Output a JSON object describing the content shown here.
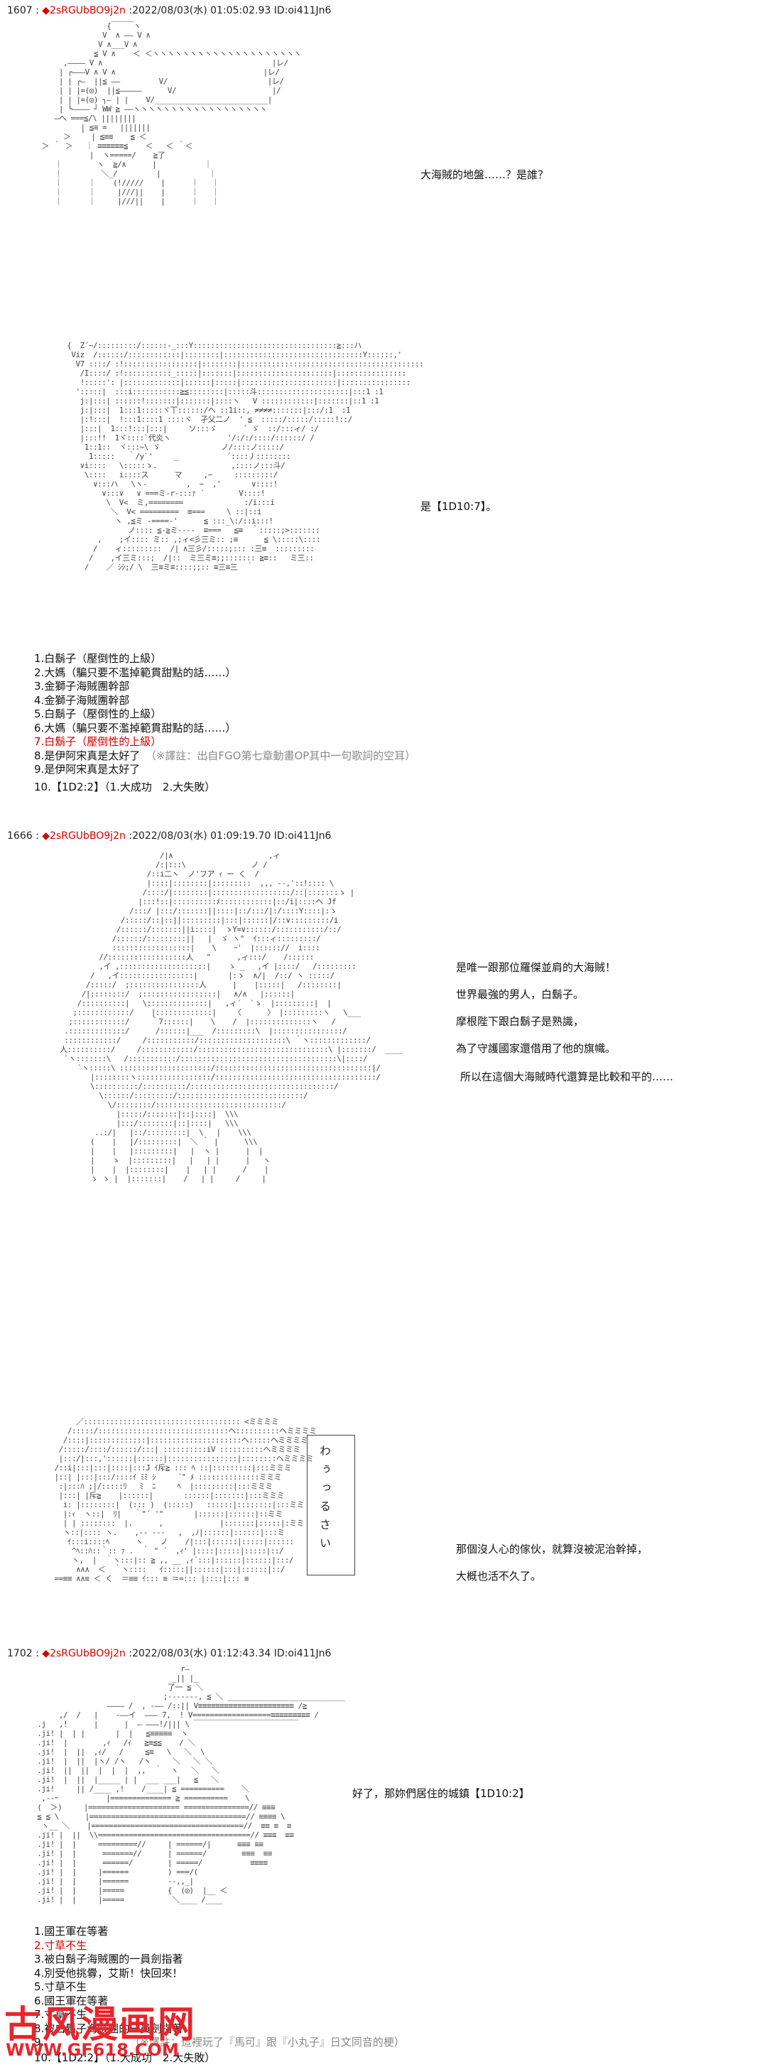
{
  "posts": [
    {
      "number": "1607 :",
      "name": "2sRGUbBO9j2n",
      "meta": ":2022/08/03(水) 01:05:02.93 ID:oi411Jn6"
    },
    {
      "number": "1666 :",
      "name": "2sRGUbBO9j2n",
      "meta": ":2022/08/03(水) 01:09:19.70 ID:oi411Jn6"
    },
    {
      "number": "1702 :",
      "name": "2sRGUbBO9j2n",
      "meta": ":2022/08/03(水) 01:12:43.34 ID:oi411Jn6"
    }
  ],
  "post1": {
    "speech1": "大海賊的地盤……？是誰？",
    "speech2": "是【1D10:7】。",
    "list": [
      {
        "text": "1.白鬍子（壓倒性的上級）",
        "red": false
      },
      {
        "text": "2.大媽（騙只要不濫掉範貫甜點的話……）",
        "red": false
      },
      {
        "text": "3.金獅子海賊團幹部",
        "red": false
      },
      {
        "text": "4.金獅子海賊團幹部",
        "red": false
      },
      {
        "text": "5.白鬍子（壓倒性的上級）",
        "red": false
      },
      {
        "text": "6.大媽（騙只要不濫掉範貫甜點的話……）",
        "red": false
      },
      {
        "text": "7.白鬍子（壓倒性的上級）",
        "red": true
      },
      {
        "text": "8.是伊阿宋真是太好了",
        "red": false,
        "note": "（※譯註：出自FGO第七章動畫OP其中一句歌詞的空耳）"
      },
      {
        "text": "9.是伊阿宋真是太好了",
        "red": false
      }
    ],
    "roll": "10.【1D2:2】（1.大成功　2.大失敗）"
  },
  "post2": {
    "speech": [
      "是唯一跟那位羅傑並肩的大海賊！",
      "世界最強的男人，白鬍子。",
      "摩根陛下跟白鬍子是熟識，",
      "為了守護國家還借用了他的旗幟。",
      "所以在這個大海賊時代還算是比較和平的……"
    ],
    "vertical": "わぅっるさい",
    "speech_lower": [
      "那個沒人心的傢伙，就算沒被泥治幹掉，",
      "大概也活不久了。"
    ]
  },
  "post3": {
    "speech": "好了，那妳們居住的城鎮【1D10:2】",
    "list": [
      {
        "text": "1.國王軍在等著",
        "red": false
      },
      {
        "text": "2.寸草不生",
        "red": true
      },
      {
        "text": "3.被白鬍子海賊團的一員劍指著",
        "red": false
      },
      {
        "text": "4.別受他挑釁，艾斯！快回來！",
        "red": false
      },
      {
        "text": "5.寸草不生",
        "red": false
      },
      {
        "text": "6.國王軍在等著",
        "red": false
      },
      {
        "text": "7.寸草不生",
        "red": false
      },
      {
        "text": "8.被白鬍子海賊團的一員劍指著",
        "red": false
      },
      {
        "text": "9.",
        "red": false,
        "note": "（※譯註：這裡玩了『馬可』跟『小丸子』日文同音的梗）"
      }
    ],
    "roll": "10.【1D2:2】（1.大成功　2.大失敗）"
  },
  "watermark": {
    "title": "古风漫画网",
    "url": "WWW.GF618.COM"
  }
}
